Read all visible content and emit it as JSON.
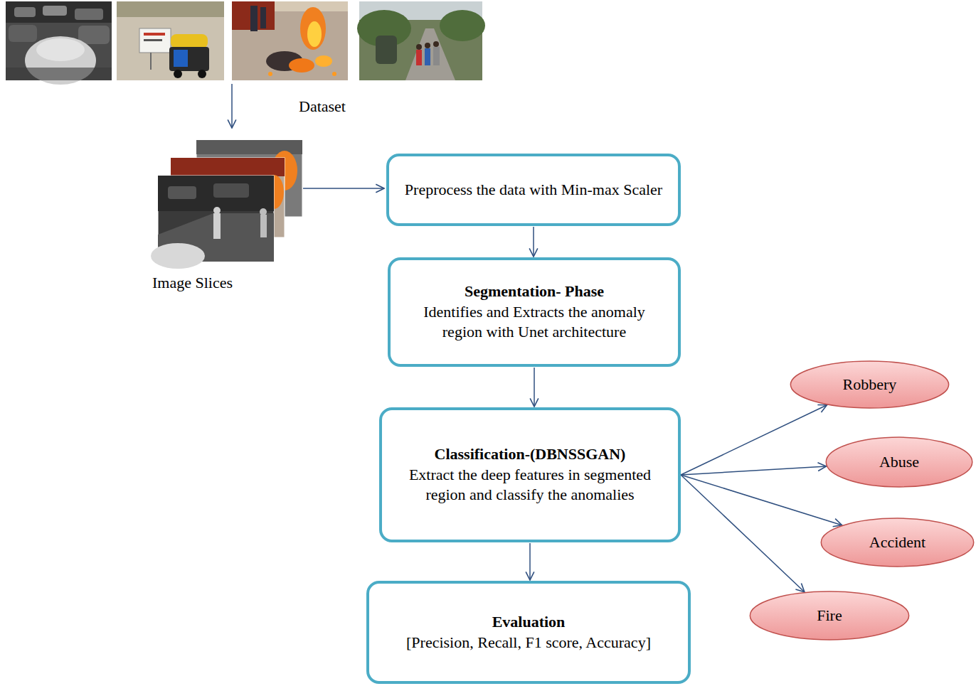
{
  "diagram": {
    "nodes": [
      {
        "text": [
          "Preprocess the data with Min-max Scaler"
        ]
      },
      {
        "text": [
          "Segmentation- Phase",
          "Identifies and Extracts the anomaly region with Unet architecture"
        ]
      },
      {
        "text": [
          "Classification-(DBNSSGAN)",
          "Extract the deep features in segmented region and classify the anomalies"
        ]
      },
      {
        "text": [
          "Evaluation",
          "[Precision, Recall, F1 score, Accuracy]"
        ]
      },
      {
        "text": [
          "Robbery"
        ]
      },
      {
        "text": [
          "Abuse"
        ]
      },
      {
        "text": [
          "Accident"
        ]
      },
      {
        "text": [
          "Fire"
        ]
      }
    ],
    "edges": [
      {
        "from": 0,
        "to": 1,
        "arrow": "to"
      },
      {
        "from": 1,
        "to": 2,
        "arrow": "to"
      },
      {
        "from": 2,
        "to": 3,
        "arrow": "to"
      },
      {
        "from": 2,
        "to": 4,
        "arrow": "to"
      },
      {
        "from": 2,
        "to": 5,
        "arrow": "to"
      },
      {
        "from": 2,
        "to": 6,
        "arrow": "to"
      },
      {
        "from": 2,
        "to": 7,
        "arrow": "to"
      }
    ],
    "labels": [
      "Dataset",
      "Image Slices"
    ]
  }
}
